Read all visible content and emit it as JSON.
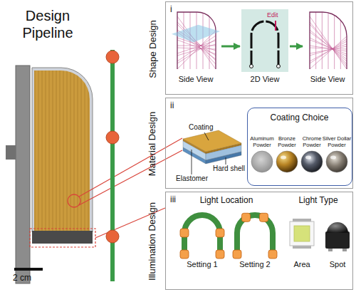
{
  "diagram": {
    "title": "Design Pipeline",
    "nodes": [
      {
        "text": [
          "Shape Design",
          "i"
        ]
      },
      {
        "text": [
          "Side View"
        ],
        "in": 0
      },
      {
        "text": [
          "Edit",
          "2D View"
        ],
        "in": 0
      },
      {
        "text": [
          "Side View"
        ],
        "in": 0
      },
      {
        "text": [
          "Material Design",
          "ii"
        ]
      },
      {
        "text": [
          "Coating",
          "Elastomer",
          "Hard shell"
        ],
        "in": 4
      },
      {
        "text": [
          "Coating Choice"
        ],
        "in": 4
      },
      {
        "text": [
          "Aluminum Powder"
        ],
        "in": 6
      },
      {
        "text": [
          "Bronze Powder"
        ],
        "in": 6
      },
      {
        "text": [
          "Chrome Powder"
        ],
        "in": 6
      },
      {
        "text": [
          "Silver Dollar Powder"
        ],
        "in": 6
      },
      {
        "text": [
          "Illumination Design",
          "iii"
        ]
      },
      {
        "text": [
          "Setting 1"
        ],
        "in": 11
      },
      {
        "text": [
          "Setting 2"
        ],
        "in": 11
      },
      {
        "text": [
          "Area"
        ],
        "in": 11
      },
      {
        "text": [
          "Spot"
        ],
        "in": 11
      }
    ],
    "edges": [
      {
        "from": 1,
        "to": 2,
        "arrow": "to"
      },
      {
        "from": 2,
        "to": 3,
        "arrow": "to"
      }
    ],
    "labels": [
      "Light Location",
      "Light Type",
      "2 cm"
    ]
  }
}
